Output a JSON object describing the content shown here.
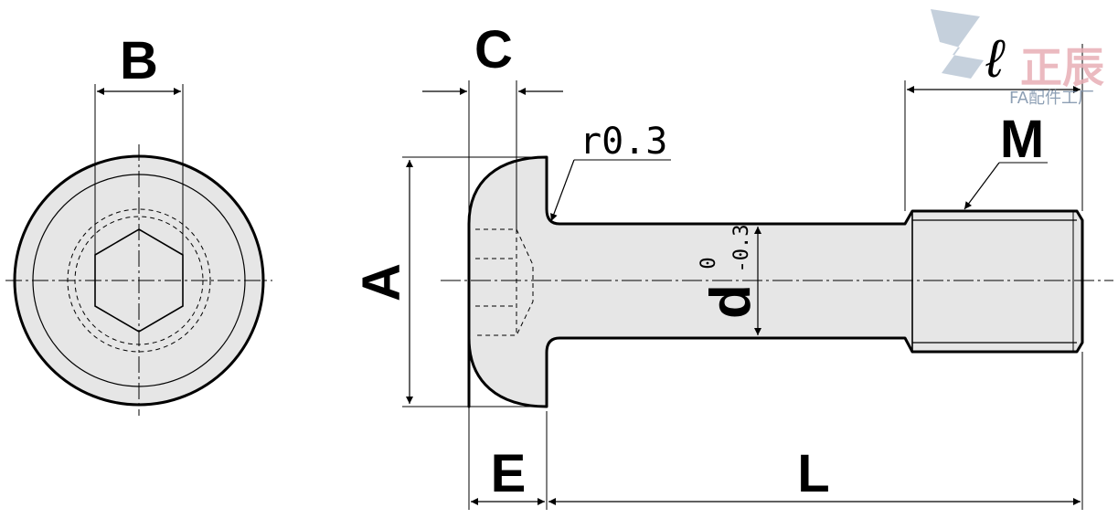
{
  "dimensions": {
    "A": "A",
    "B": "B",
    "C": "C",
    "E": "E",
    "L": "L",
    "ell": "ℓ",
    "M": "M",
    "d": "d",
    "d_upper_tol": "0",
    "d_lower_tol": "-0.3",
    "radius": "r0.3"
  },
  "watermark": {
    "brand": "正辰",
    "sub": "FA配件工厂"
  },
  "colors": {
    "part_fill": "#e6e6e6",
    "line": "#000000",
    "watermark_pink": "#e8aeb6",
    "watermark_blue": "#7a8fa8"
  }
}
